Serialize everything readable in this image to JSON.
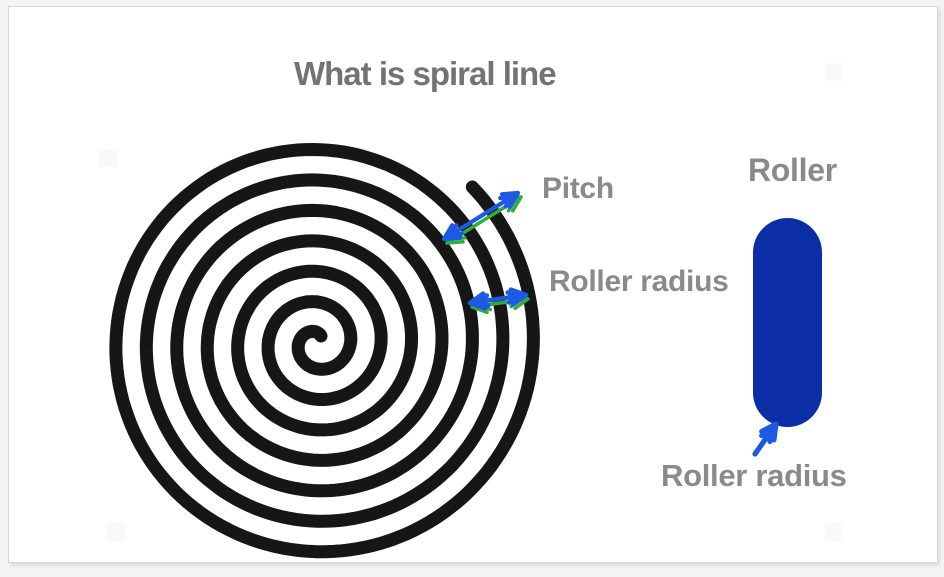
{
  "title": "What is spiral line",
  "labels": {
    "pitch": "Pitch",
    "roller_radius_spiral": "Roller radius",
    "roller": "Roller",
    "roller_radius_roller": "Roller radius"
  },
  "colors": {
    "page_bg": "#f4f4f4",
    "card_bg": "#ffffff",
    "card_border": "#d6d6d6",
    "title_gray": "#737373",
    "label_gray": "#8a8a8a",
    "spiral_black": "#161616",
    "roller_blue": "#0b2da5",
    "arrow_blue": "#1d59e3",
    "arrow_green": "#2fae3e"
  }
}
